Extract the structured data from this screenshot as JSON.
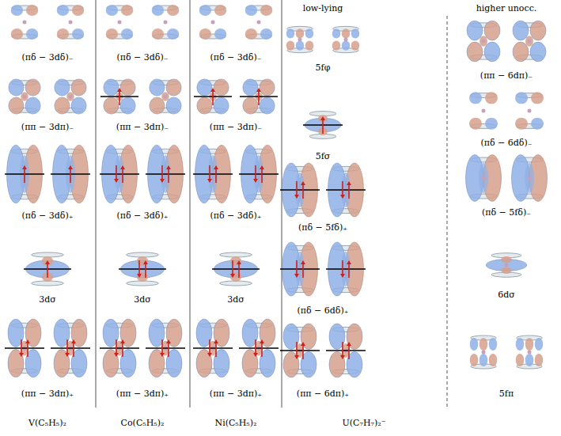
{
  "diagram": {
    "labels": [
      "(πδ − 3dδ)₋",
      "(ππ − 3dπ)₋",
      "(πδ − 3dδ)₊",
      "3dσ",
      "(ππ − 3dπ)₊",
      "(πδ − 3dδ)₋",
      "(ππ − 3dπ)₋",
      "(πδ − 3dδ)₊",
      "3dσ",
      "(ππ − 3dπ)₊",
      "(πδ − 3dδ)₋",
      "(ππ − 3dπ)₋",
      "(πδ − 3dδ)₊",
      "3dσ",
      "(ππ − 3dπ)₊",
      "low-lying",
      "5fφ",
      "5fσ",
      "(πδ − 5fδ)₊",
      "(πδ − 6dδ)₊",
      "(ππ − 6dπ)₊",
      "higher unocc.",
      "(ππ − 6dπ)₋",
      "(πδ − 6dδ)₋",
      "(πδ − 5fδ)₋",
      "6dσ",
      "5fπ",
      "V(C₅H₅)₂",
      "Co(C₅H₅)₂",
      "Ni(C₅H₅)₂",
      "U(C₇H₇)₂⁻"
    ]
  }
}
